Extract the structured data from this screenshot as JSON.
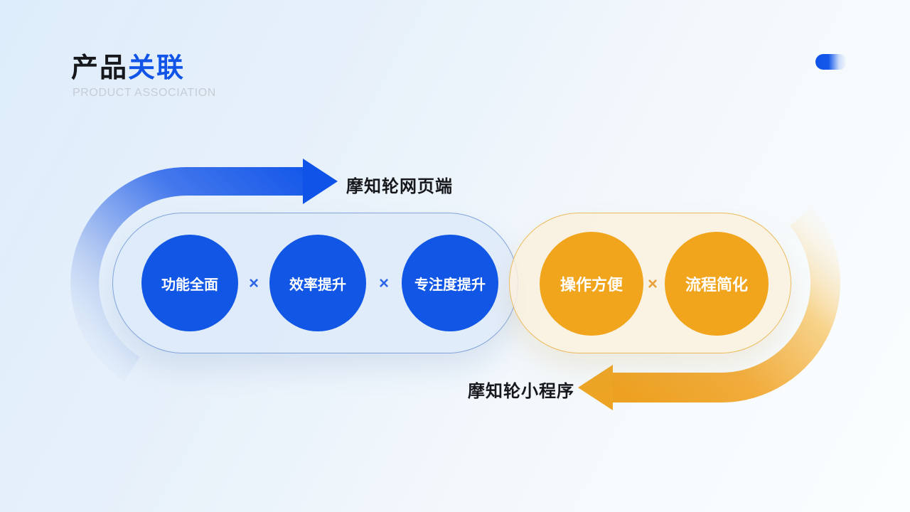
{
  "header": {
    "title_primary": "产品",
    "title_accent": "关联",
    "subtitle": "PRODUCT ASSOCIATION"
  },
  "diagram": {
    "web_arrow_label": "摩知轮网页端",
    "mini_arrow_label": "摩知轮小程序",
    "multiply_symbol": "×",
    "web_features": [
      "功能全面",
      "效率提升",
      "专注度提升"
    ],
    "mini_features": [
      "操作方便",
      "流程简化"
    ]
  },
  "colors": {
    "accent_blue": "#1155e8",
    "accent_orange": "#efa41d",
    "container_blue_fill": "#dce9fa",
    "container_yellow_fill": "#faf1de",
    "title_dark": "#17181c",
    "subtitle_gray": "#c6ccd6"
  }
}
